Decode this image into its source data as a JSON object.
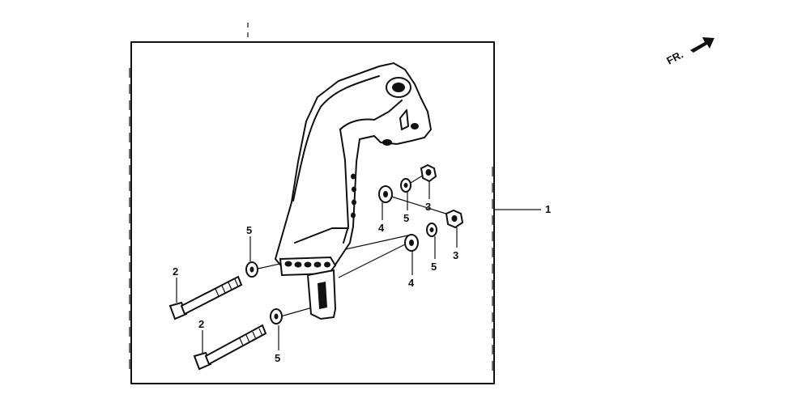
{
  "diagram": {
    "direction_label": "FR.",
    "callouts": {
      "c1": "1",
      "c2a": "2",
      "c2b": "2",
      "c3a": "3",
      "c3b": "3",
      "c4a": "4",
      "c4b": "4",
      "c5a": "5",
      "c5b": "5",
      "c5c": "5",
      "c5d": "5"
    }
  }
}
